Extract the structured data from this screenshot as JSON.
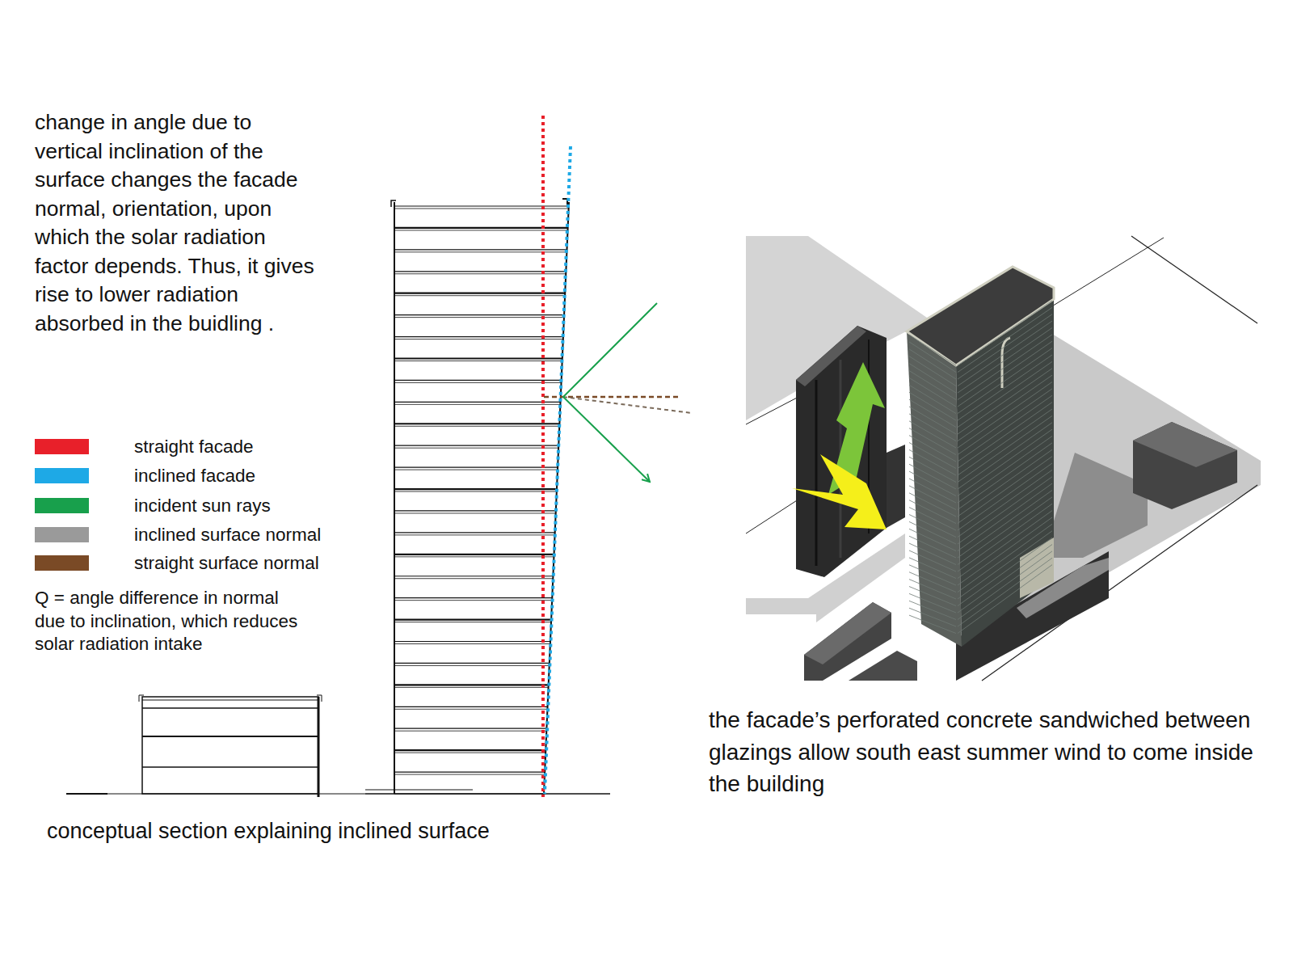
{
  "diagram": {
    "labels": [
      "change in angle due to vertical inclination of the surface changes the facade normal, orientation, upon which the solar radiation factor depends. Thus, it gives rise to lower radiation absorbed in the buidling .",
      "Q = angle difference in normal due to inclination, which reduces solar radiation intake",
      "conceptual section explaining inclined surface",
      "the facade’s perforated concrete sandwiched between glazings allow south east summer wind to come inside the building"
    ],
    "legend": [
      {
        "text": "straight facade",
        "color": "#e8202a"
      },
      {
        "text": "inclined facade",
        "color": "#1ea9e6"
      },
      {
        "text": "incident sun rays",
        "color": "#18a04c"
      },
      {
        "text": "inclined surface normal",
        "color": "#9a9a9a"
      },
      {
        "text": "straight surface normal",
        "color": "#7a4a26"
      }
    ]
  }
}
